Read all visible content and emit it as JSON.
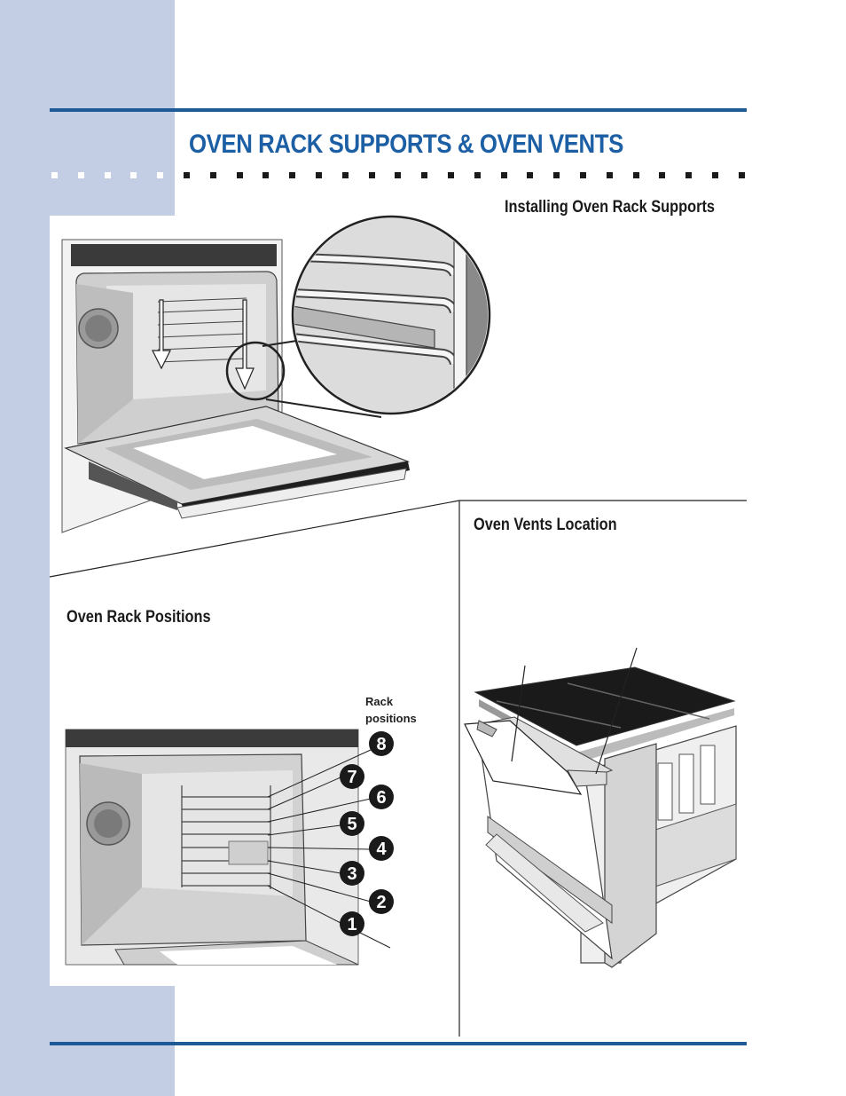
{
  "page": {
    "title": "OVEN RACK SUPPORTS & OVEN VENTS",
    "colors": {
      "accent": "#1c5fa5",
      "rule": "#1e5b96",
      "side_band": "#c3cde3"
    }
  },
  "sections": {
    "installing": {
      "heading": "Installing Oven Rack Supports"
    },
    "vents": {
      "heading": "Oven Vents Location"
    },
    "positions": {
      "heading": "Oven Rack Positions",
      "rack_label_line1": "Rack",
      "rack_label_line2": "positions",
      "numbers": [
        "8",
        "7",
        "6",
        "5",
        "4",
        "3",
        "2",
        "1"
      ]
    }
  },
  "icons": [
    "rack-support-install-illustration",
    "rack-support-zoom-callout",
    "rack-positions-illustration",
    "range-vents-illustration"
  ]
}
